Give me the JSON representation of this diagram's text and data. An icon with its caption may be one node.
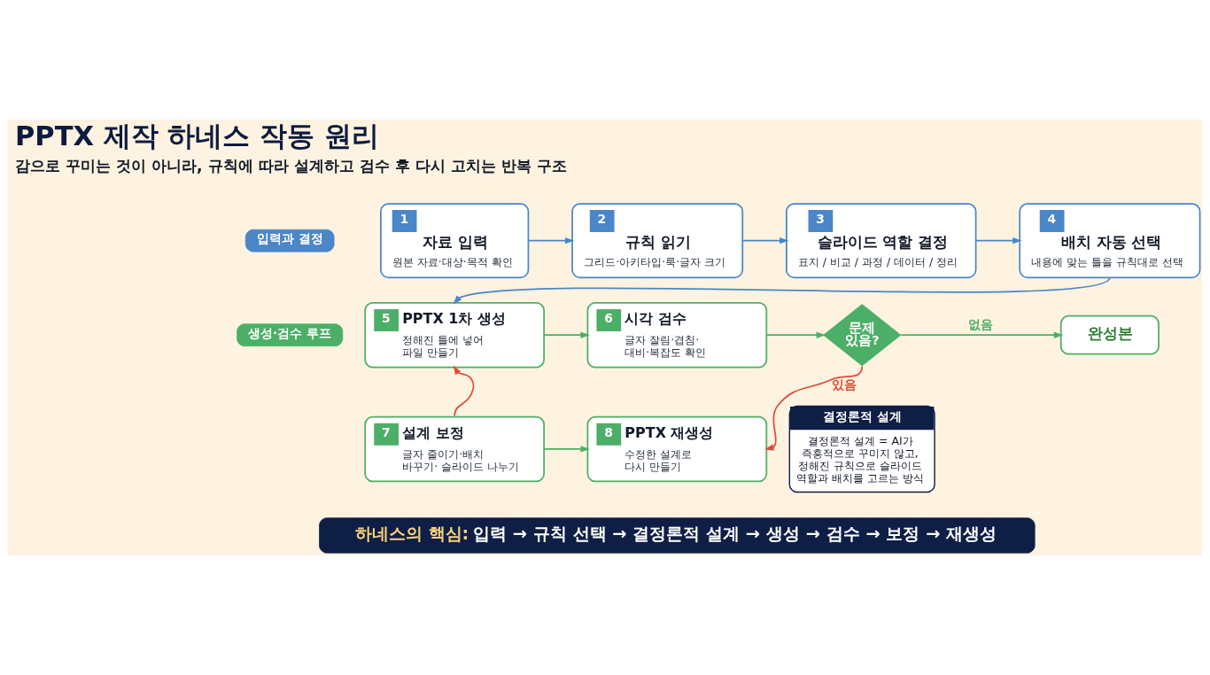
{
  "diagram": {
    "title": "PPTX 제작 하네스 작동 원리",
    "nodes": [
      {
        "text": [
          "입력과 결정"
        ]
      },
      {
        "text": [
          "1",
          "자료 입력",
          "원본 자료·대상·목적 확인"
        ]
      },
      {
        "text": [
          "2",
          "규칙 읽기",
          "그리드·아키타입·룩·글자 크기"
        ]
      },
      {
        "text": [
          "3",
          "슬라이드 역할 결정",
          "표지 / 비교 / 과정 / 데이터 / 정리"
        ]
      },
      {
        "text": [
          "4",
          "배치 자동 선택",
          "내용에 맞는 틀을 규칙대로 선택"
        ]
      },
      {
        "text": [
          "생성·검수 루프"
        ]
      },
      {
        "text": [
          "5",
          "PPTX 1차 생성",
          "정해진 틀에 넣어 파일 만들기"
        ]
      },
      {
        "text": [
          "6",
          "시각 검수",
          "글자 잘림·겹침· 대비·복잡도 확인"
        ]
      },
      {
        "text": [
          "문제 있음?"
        ]
      },
      {
        "text": [
          "완성본"
        ]
      },
      {
        "text": [
          "7",
          "설계 보정",
          "글자 줄이기·배치 바꾸기· 슬라이드 나누기"
        ]
      },
      {
        "text": [
          "8",
          "PPTX 재생성",
          "수정한 설계로 다시 만들기"
        ]
      },
      {
        "text": [
          "결정론적 설계",
          "결정론적 설계 = AI가 즉흥적으로 꾸미지 않고, 정해진 규칙으로 슬라이드 역할과 배치를 고르는 방식"
        ]
      },
      {
        "text": [
          "하네스의 핵심:",
          "입력 → 규칙 선택 → 결정론적 설계 → 생성 → 검수 → 보정 → 재생성"
        ]
      }
    ],
    "edges": [
      {
        "from": 1,
        "to": 2,
        "arrow": "to",
        "color": "#4a86c8"
      },
      {
        "from": 2,
        "to": 3,
        "arrow": "to",
        "color": "#4a86c8"
      },
      {
        "from": 3,
        "to": 4,
        "arrow": "to",
        "color": "#4a86c8"
      },
      {
        "from": 4,
        "to": 6,
        "arrow": "to",
        "color": "#4a86c8"
      },
      {
        "from": 6,
        "to": 7,
        "arrow": "to",
        "color": "#4caf67"
      },
      {
        "from": 7,
        "to": 8,
        "arrow": "to",
        "color": "#4caf67"
      },
      {
        "from": 8,
        "to": 9,
        "arrow": "to",
        "label": "없음",
        "color": "#4caf67"
      },
      {
        "from": 8,
        "to": 11,
        "arrow": "to",
        "label": "있음",
        "color": "#e04b3a"
      },
      {
        "from": 10,
        "to": 6,
        "arrow": "to",
        "color": "#e04b3a"
      },
      {
        "from": 10,
        "to": 11,
        "arrow": "to",
        "color": "#4caf67"
      }
    ],
    "labels": [
      "감으로 꾸미는 것이 아니라, 규칙에 따라 설계하고 검수 후 다시 고치는 반복 구조"
    ]
  }
}
